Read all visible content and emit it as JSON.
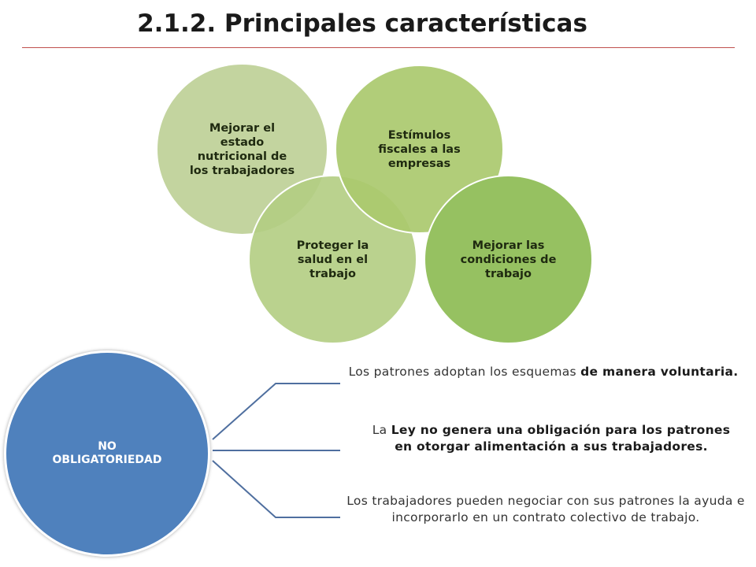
{
  "title": "2.1.2. Principales características",
  "diagram": {
    "circles": [
      {
        "label": "Mejorar el estado nutricional de los trabajadores"
      },
      {
        "label": "Proteger la salud en el trabajo"
      },
      {
        "label": "Estímulos fiscales a las empresas"
      },
      {
        "label": "Mejorar las condiciones de trabajo"
      }
    ],
    "hub": {
      "label": "NO OBLIGATORIEDAD"
    },
    "branches": [
      {
        "plain_before": "Los patrones adoptan los esquemas ",
        "bold": "de manera voluntaria.",
        "plain_after": ""
      },
      {
        "plain_before": "La ",
        "bold": "Ley no genera una obligación para los patrones en otorgar alimentación a sus trabajadores.",
        "plain_after": ""
      },
      {
        "plain_before": "Los trabajadores pueden negociar con sus patrones la ayuda  e incorporarlo en un contrato colectivo de trabajo.",
        "bold": "",
        "plain_after": ""
      }
    ]
  },
  "colors": {
    "title_rule": "#c0504d",
    "circle_light": "#bed198",
    "circle_green": "#96c161",
    "hub_blue": "#4f81bd",
    "connector": "#4f6f9f"
  }
}
